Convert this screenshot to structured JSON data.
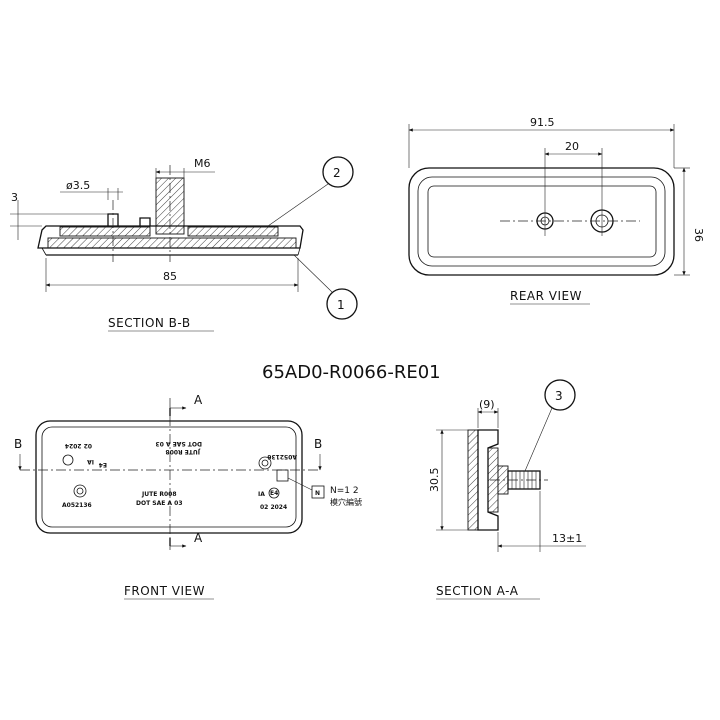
{
  "part_number": "65AD0-R0066-RE01",
  "section_bb": {
    "title": "SECTION  B-B",
    "dim_thread": "M6",
    "dim_hole": "ø3.5",
    "dim_height": "3",
    "dim_length": "85"
  },
  "rear_view": {
    "title": "REAR  VIEW",
    "dim_width": "91.5",
    "dim_spacing": "20",
    "dim_height": "36"
  },
  "front_view": {
    "title": "FRONT  VIEW",
    "section_a": "A",
    "section_b": "B",
    "marking_left_code": "A052136",
    "marking_left_date": "02 2024",
    "marking_left_ia": "IA",
    "marking_left_e": "E4",
    "marking_left_ia_top": "IA",
    "marking_left_e_top": "E4",
    "marking_jute": "JUTE R008",
    "marking_dot": "DOT SAE A 03",
    "marking_jute_top": "JUTE R008",
    "marking_dot_top": "DOT SAE A 03",
    "marking_right_code": "A052136",
    "marking_right_date": "02 2024",
    "marking_right_ia": "IA",
    "marking_right_e": "E4",
    "marking_date_top": "02 2024",
    "n_box": "N",
    "n_note_line1": "N=1  2",
    "n_note_line2": "模穴編號"
  },
  "section_aa": {
    "title": "SECTION  A-A",
    "dim_depth": "(9)",
    "dim_height": "30.5",
    "dim_stud": "13±1"
  },
  "balloons": [
    "2",
    "1",
    "3"
  ]
}
